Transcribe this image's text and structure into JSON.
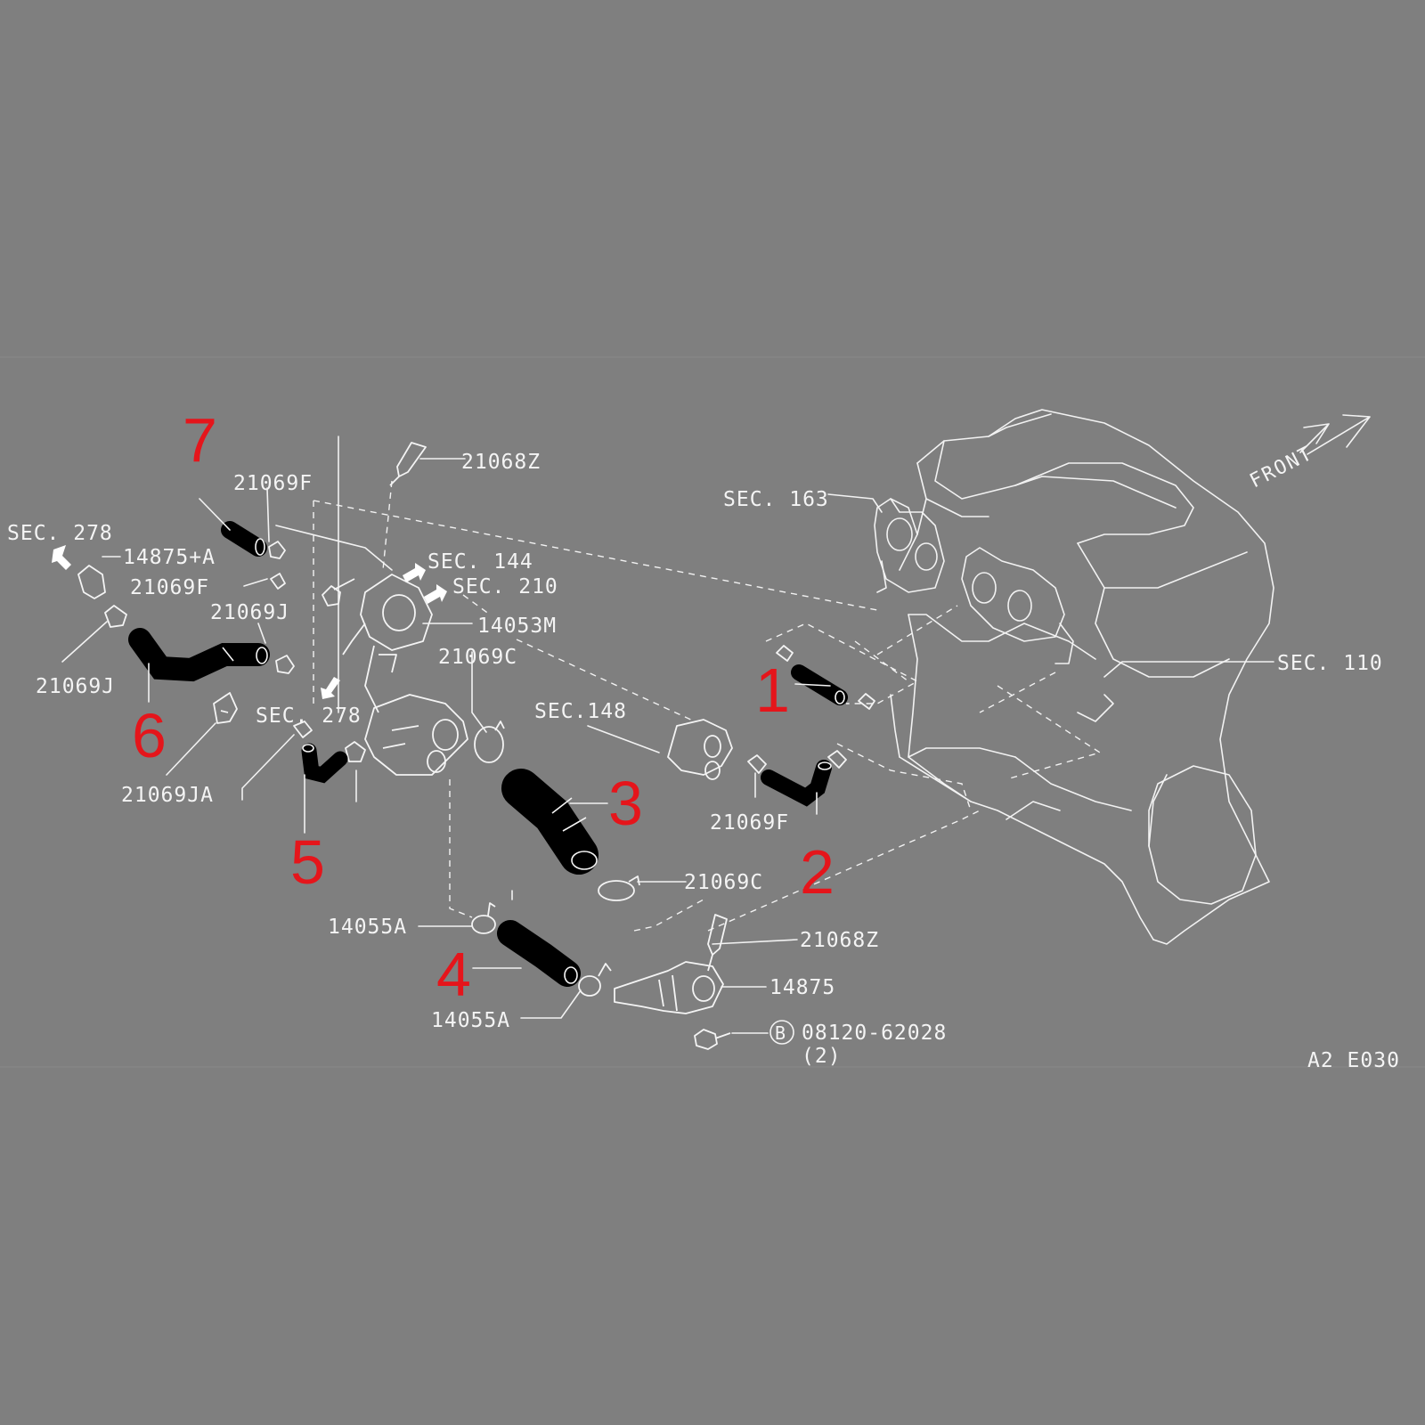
{
  "labels": {
    "sec278_left": "SEC. 278",
    "p14875a": "14875+A",
    "p21069f_a": "21069F",
    "p21069f_b": "21069F",
    "p21069j_a": "21069J",
    "p21069j_b": "21069J",
    "p21069ja": "21069JA",
    "sec278_mid": "SEC. 278",
    "p21068z_top": "21068Z",
    "sec144": "SEC. 144",
    "sec210": "SEC. 210",
    "p14053m": "14053M",
    "p21069c_top": "21069C",
    "sec148": "SEC.148",
    "sec163": "SEC. 163",
    "sec110": "SEC. 110",
    "front": "FRONT",
    "p21069f_c": "21069F",
    "p21069c_bot": "21069C",
    "p14055a_top": "14055A",
    "p14055a_bot": "14055A",
    "p21068z_bot": "21068Z",
    "p14875": "14875",
    "bolt_marker": "B",
    "bolt": "08120-62028",
    "bolt_qty": "(2)",
    "drawing_code": "A2 E030"
  },
  "callouts": [
    "1",
    "2",
    "3",
    "4",
    "5",
    "6",
    "7"
  ],
  "colors": {
    "background": "#7f7f7f",
    "linework": "#f2f2f2",
    "hose": "#000000",
    "callout": "#e5151b"
  }
}
